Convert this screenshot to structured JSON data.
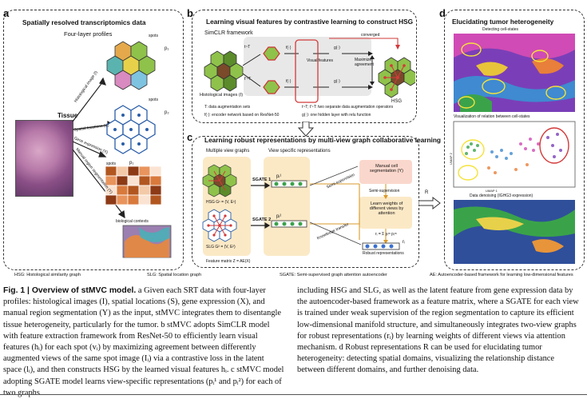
{
  "panel_a": {
    "label": "a",
    "title": "Spatially resolved transcriptomics data",
    "subtitle": "Four-layer profiles",
    "tissue_label": "Tissue",
    "spots_label_1": "spots",
    "spots_label_2": "spots",
    "spots_label_3": "spots",
    "p1": "p₁",
    "p2": "p₂",
    "p3": "p₁",
    "bio_label": "biological contexts",
    "arrow_labels": [
      "Histological image (I)",
      "Spatial locations (S)",
      "Gene expression (X)",
      "Manual region segmentation (Y)"
    ]
  },
  "panel_b": {
    "label": "b",
    "title": "Learning visual features by contrastive learning to construct HSG",
    "framework": "SimCLR framework",
    "hist_label": "Histological images (I)",
    "t1": "t~T",
    "t2": "t'~T",
    "f1": "f(·)",
    "f2": "f(·)",
    "g1": "g(·)",
    "g2": "g(·)",
    "visual_features": "Visual features",
    "maximize": "Maximize agreement",
    "converged": "converged",
    "hsg": "HSG",
    "note1": "T: data augmentation sets",
    "note2": "t~T; t'~T: two separate data augmentation operators",
    "note3": "f(·): encoder network based on ResNet-50",
    "note4": "g(·): one hidden layer with relu function"
  },
  "panel_c": {
    "label": "c",
    "title": "Learning robust representations by multi-view graph collaborative learning",
    "mvg": "Multiple view graphs",
    "vsr": "View specific representations",
    "hsg_formula": "HSG G¹ = (V, E¹)",
    "slg_formula": "SLG G² = (V, E²)",
    "sgate1": "SGATE 1",
    "sgate2": "SGATE 2",
    "pi1": "pᵢ¹",
    "pi2": "pᵢ²",
    "manual": "Manual cell segmentation (Y)",
    "semi": "Semi-supervision",
    "learn": "Learn weights of different views by attention",
    "ri": "rᵢ",
    "robust": "Robust representations",
    "formula": "rᵢ = Σ γᵢᵐ pᵢᵐ",
    "feature_matrix": "Feature matrix Z = AE(X)",
    "knowledge": "Knowledge transfer",
    "semi_side": "Semi-supervision",
    "r": "R"
  },
  "panel_d": {
    "label": "d",
    "title": "Elucidating tumor heterogeneity",
    "d1": "Detecting cell-states",
    "d2": "Visualization of relation between cell-states",
    "d3": "Data denoising (IGHG3 expression)",
    "umap1": "UMAP 1",
    "umap2": "UMAP 2"
  },
  "legend": {
    "hsg": "HSG: Histological similarity graph",
    "slg": "SLG: Spatial location graph",
    "sgate": "SGATE: Semi-supervised graph attention autoencoder",
    "ae": "AE: Autoencoder-based framework for learning low-dimensional features"
  },
  "caption": {
    "fig": "Fig. 1 | Overview of stMVC model.",
    "left": "a Given each SRT data with four-layer profiles: histological images (I), spatial locations (S), gene expression (X), and manual region segmentation (Y) as the input, stMVC integrates them to disentangle tissue heterogeneity, particularly for the tumor. b stMVC adopts SimCLR model with feature extraction framework from ResNet-50 to efficiently learn visual features (hᵢ) for each spot (vᵢ) by maximizing agreement between differently augmented views of the same spot image (Iᵢ) via a contrastive loss in the latent space (lᵢ), and then constructs HSG by the learned visual features hᵢ. c stMVC model adopting SGATE model learns view-specific representations (pᵢ¹ and pᵢ²) for each of two graphs",
    "right": "including HSG and SLG, as well as the latent feature from gene expression data by the autoencoder-based framework as a feature matrix, where a SGATE for each view is trained under weak supervision of the region segmentation to capture its efficient low-dimensional manifold structure, and simultaneously integrates two-view graphs for robust representations (rᵢ) by learning weights of different views via attention mechanism. d Robust representations R can be used for elucidating tumor heterogeneity: detecting spatial domains, visualizing the relationship distance between different domains, and further denoising data."
  },
  "colors": {
    "green": "#8fc24a",
    "red": "#d23a3a",
    "tan": "#fbe9c6",
    "pink": "#fad7cc"
  }
}
